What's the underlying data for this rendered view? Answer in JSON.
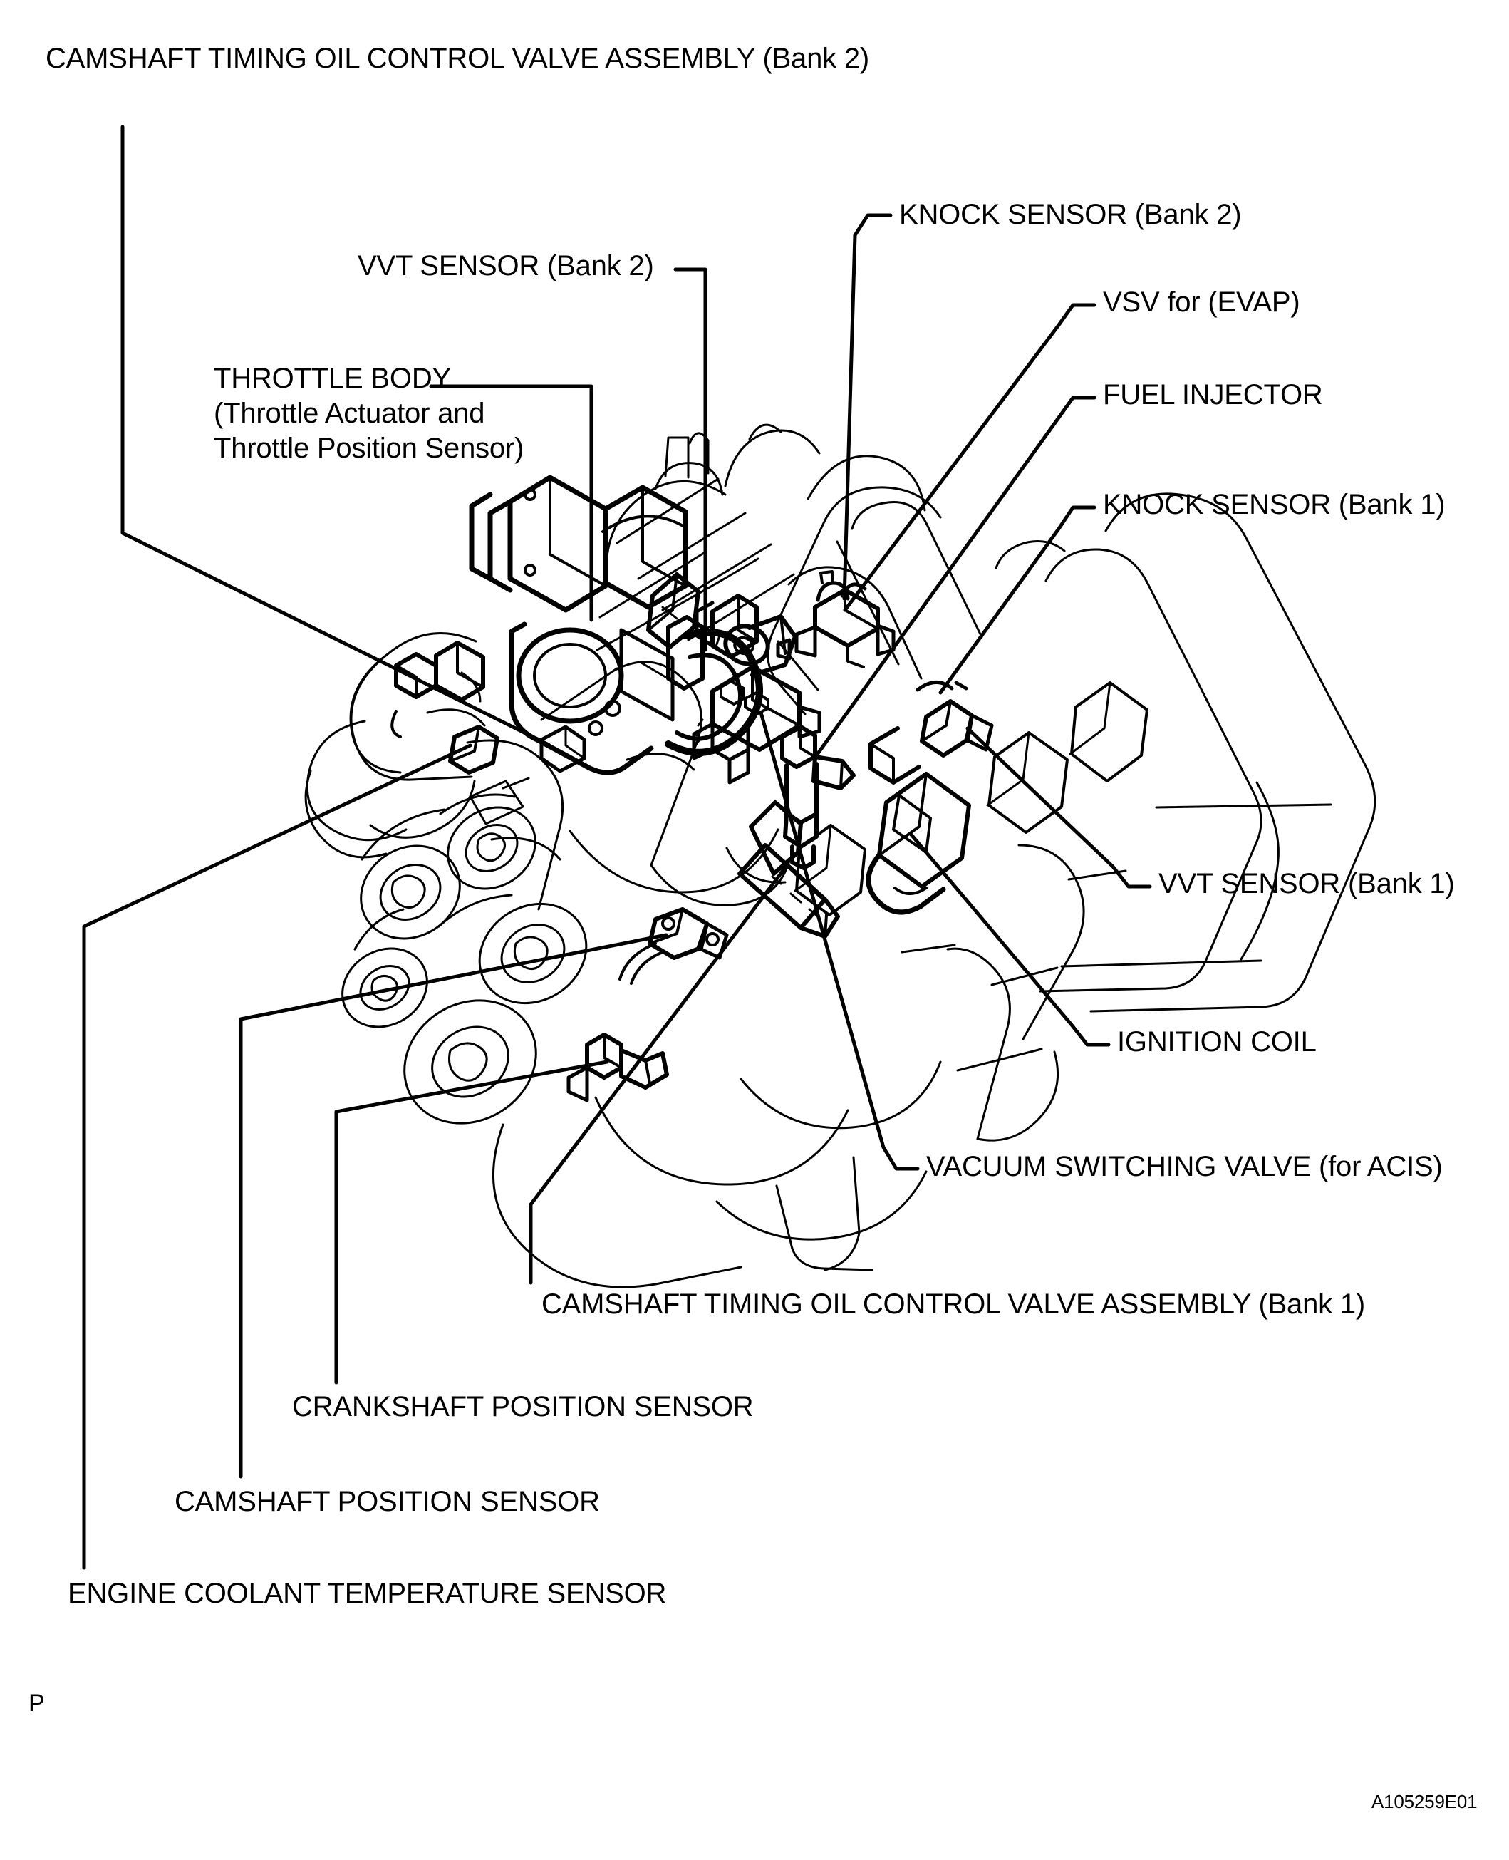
{
  "figure": {
    "title": "Engine sensor location diagram (V6 engine, 3/4 view)",
    "drawing_code": "A105259E01",
    "page_marker": "P",
    "line_color": "#000000",
    "background_color": "#FFFFFF"
  },
  "labels": {
    "camshaft_timing_oil_control_valve_bank2": "CAMSHAFT TIMING OIL CONTROL VALVE ASSEMBLY (Bank 2)",
    "knock_sensor_bank2": "KNOCK SENSOR (Bank 2)",
    "vvt_sensor_bank2": "VVT SENSOR (Bank 2)",
    "vsv_for_evap": "VSV for (EVAP)",
    "throttle_body_line1": "THROTTLE BODY",
    "throttle_body_line2": "(Throttle Actuator and",
    "throttle_body_line3": "Throttle Position Sensor)",
    "fuel_injector": "FUEL INJECTOR",
    "knock_sensor_bank1": "KNOCK SENSOR (Bank 1)",
    "vvt_sensor_bank1": "VVT SENSOR (Bank 1)",
    "ignition_coil": "IGNITION COIL",
    "vacuum_switching_valve_acis": "VACUUM SWITCHING VALVE (for ACIS)",
    "camshaft_timing_oil_control_valve_bank1": "CAMSHAFT TIMING OIL CONTROL VALVE ASSEMBLY (Bank 1)",
    "crankshaft_position_sensor": "CRANKSHAFT POSITION SENSOR",
    "camshaft_position_sensor": "CAMSHAFT POSITION SENSOR",
    "engine_coolant_temperature_sensor": "ENGINE COOLANT TEMPERATURE SENSOR"
  }
}
